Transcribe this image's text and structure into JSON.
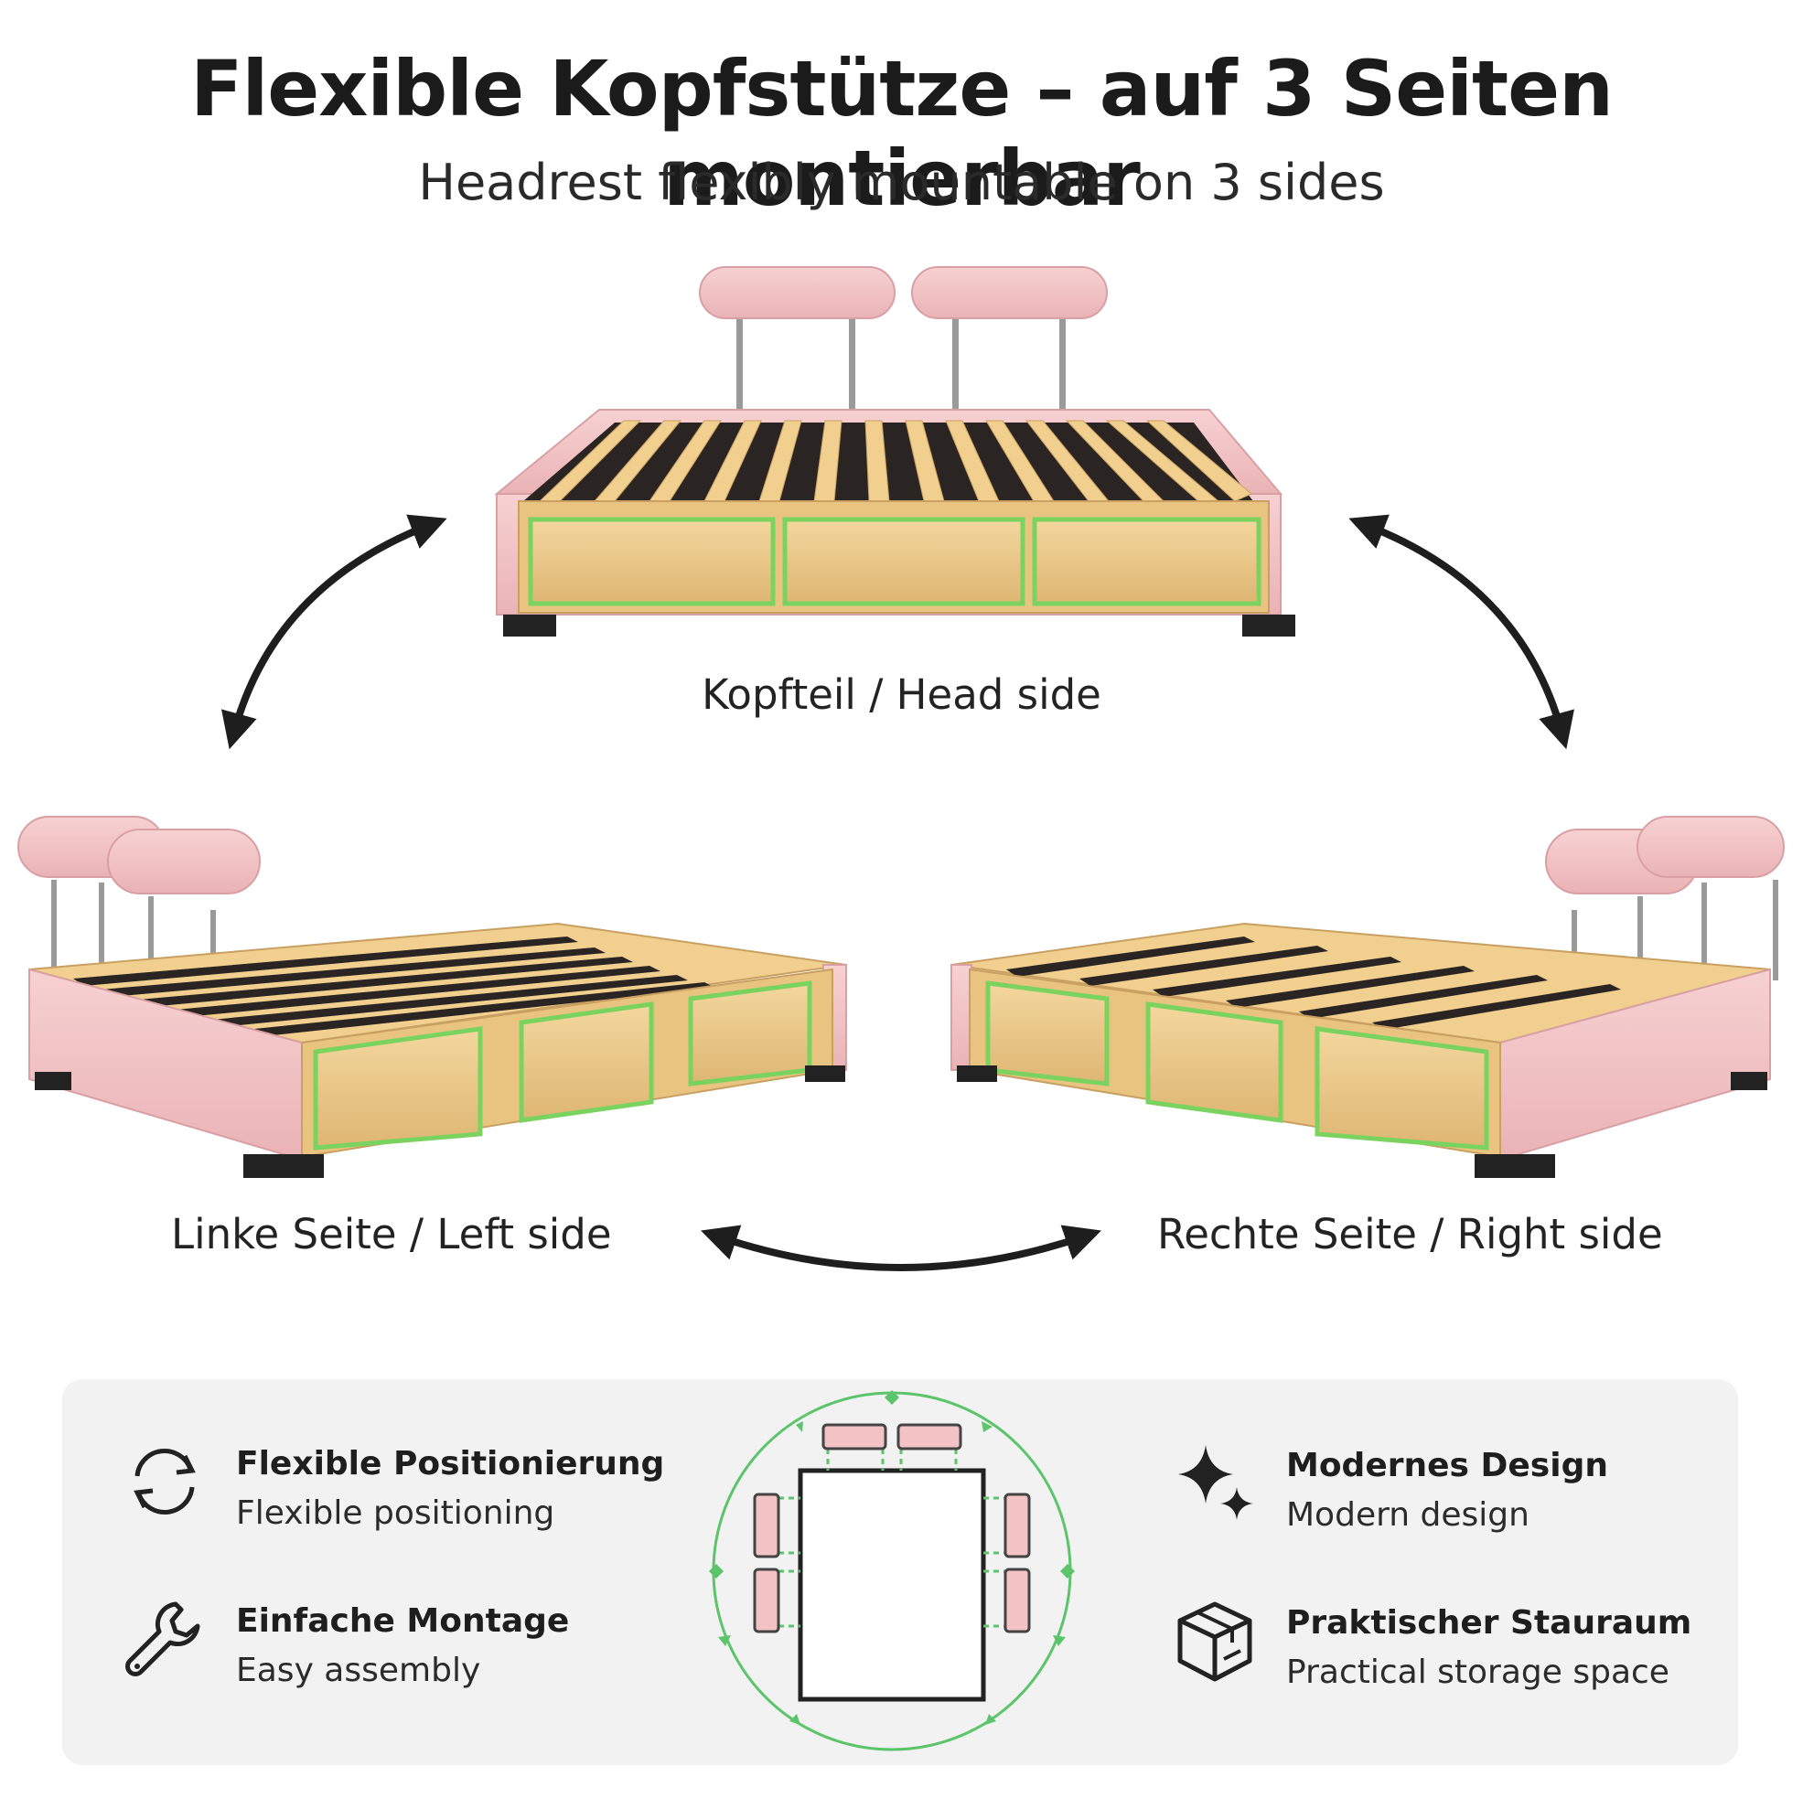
{
  "header": {
    "title": "Flexible Kopfstütze – auf 3 Seiten montierbar",
    "subtitle": "Headrest flexibly mountable on 3 sides"
  },
  "views": {
    "head": "Kopfteil / Head side",
    "left": "Linke Seite / Left side",
    "right": "Rechte Seite / Right side"
  },
  "features": [
    {
      "title": "Flexible Positionierung",
      "subtitle": "Flexible positioning",
      "icon": "rotate-arrows-icon"
    },
    {
      "title": "Einfache Montage",
      "subtitle": "Easy assembly",
      "icon": "wrench-icon"
    },
    {
      "title": "Modernes Design",
      "subtitle": "Modern design",
      "icon": "sparkle-icon"
    },
    {
      "title": "Praktischer Stauraum",
      "subtitle": "Practical storage space",
      "icon": "box-icon"
    }
  ],
  "colors": {
    "pink": "#f2c2c4",
    "wood": "#e9c68a",
    "led_green": "#7bd35f",
    "diagram_green": "#5cc46a"
  }
}
